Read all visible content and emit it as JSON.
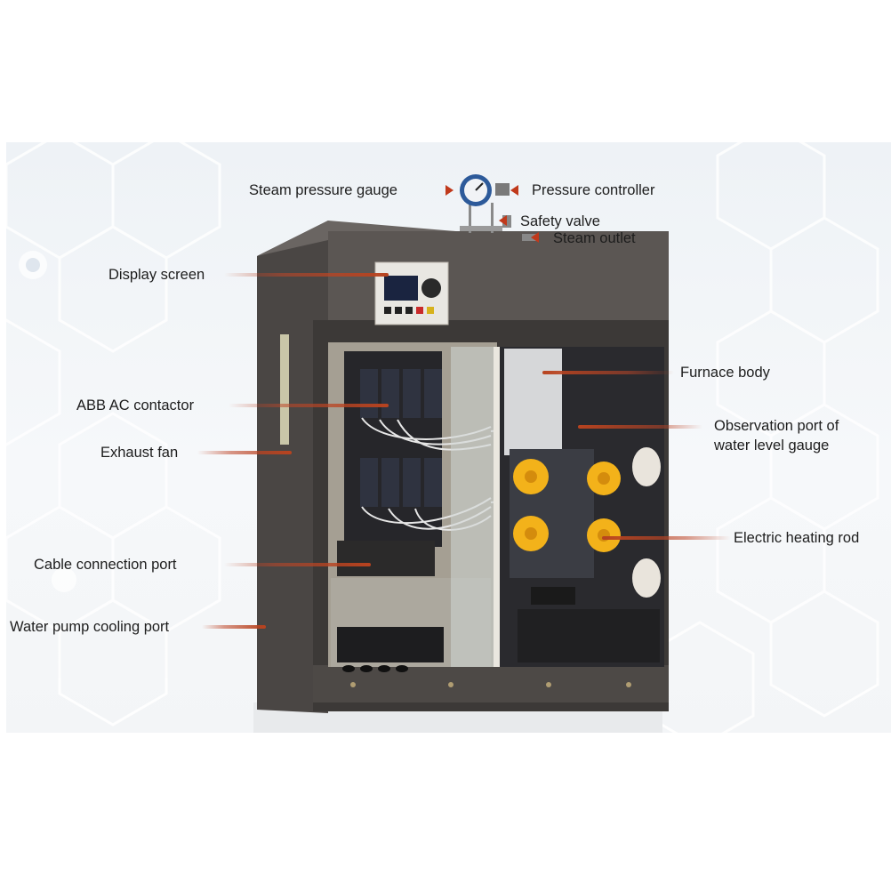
{
  "diagram": {
    "labels": {
      "steam_pressure_gauge": "Steam pressure gauge",
      "pressure_controller": "Pressure controller",
      "safety_valve": "Safety valve",
      "steam_outlet": "Steam outlet",
      "display_screen": "Display  screen",
      "furnace_body": "Furnace body",
      "abb_ac_contactor": "ABB AC contactor",
      "observation_port_line1": "Observation port of",
      "observation_port_line2": "water level gauge",
      "exhaust_fan": "Exhaust fan",
      "electric_heating_rod": "Electric heating rod",
      "cable_connection_port": "Cable connection port",
      "water_pump_cooling_port": "Water pump cooling port"
    },
    "colors": {
      "leader": "#b8431f",
      "cabinet": "#5a5552",
      "heater_caps": "#f3b21a",
      "background": "#eef2f6"
    }
  }
}
